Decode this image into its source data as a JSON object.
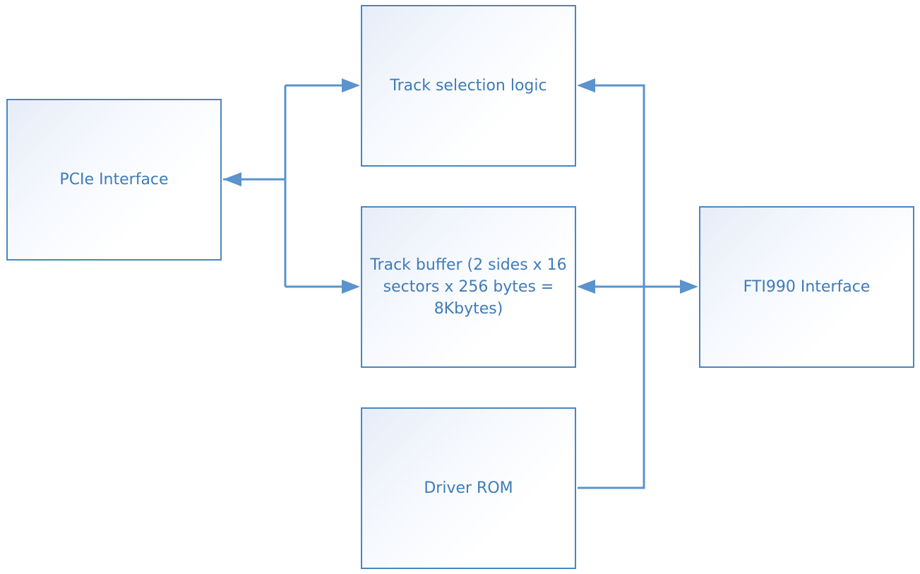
{
  "blocks": {
    "pcie": {
      "label": "PCIe Interface"
    },
    "track_selection": {
      "label": "Track selection logic"
    },
    "track_buffer": {
      "label": "Track buffer (2 sides x 16 sectors x 256 bytes = 8Kbytes)"
    },
    "driver_rom": {
      "label": "Driver ROM"
    },
    "fti990": {
      "label": "FTI990 Interface"
    }
  },
  "colors": {
    "border": "#4a86c0",
    "text": "#3e7cb8",
    "connector": "#5b93cc"
  }
}
